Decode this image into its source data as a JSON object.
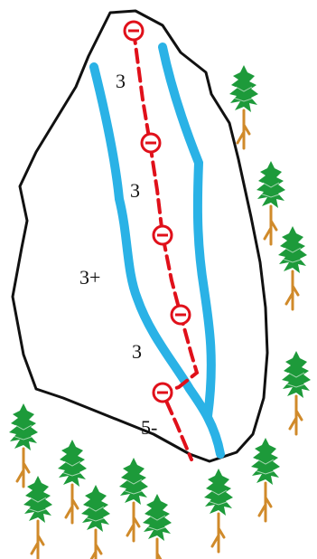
{
  "grades": [
    "3",
    "3",
    "3+",
    "3",
    "5-"
  ],
  "colors": {
    "rock_outline": "#111111",
    "crack": "#2ab2e6",
    "route": "#e0101a",
    "bolt_fill": "#ffffff",
    "tree_foliage": "#1d9a3a",
    "tree_trunk": "#d08a2a"
  },
  "icons": {
    "bolt": "bolt-icon",
    "tree": "tree-icon"
  }
}
